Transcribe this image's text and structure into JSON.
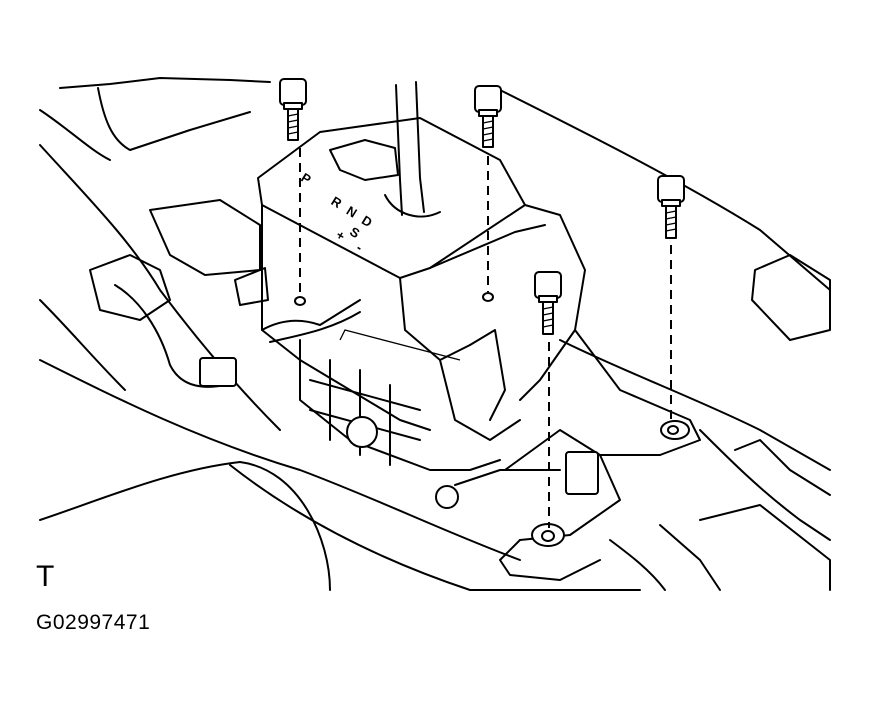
{
  "figure": {
    "view_letter": "T",
    "figure_code": "G02997471"
  },
  "shift_gate": {
    "positions": [
      "P",
      "R",
      "N",
      "D",
      "S",
      "+",
      "-"
    ]
  },
  "bolts": {
    "count": 4,
    "icon": "bolt-icon"
  }
}
